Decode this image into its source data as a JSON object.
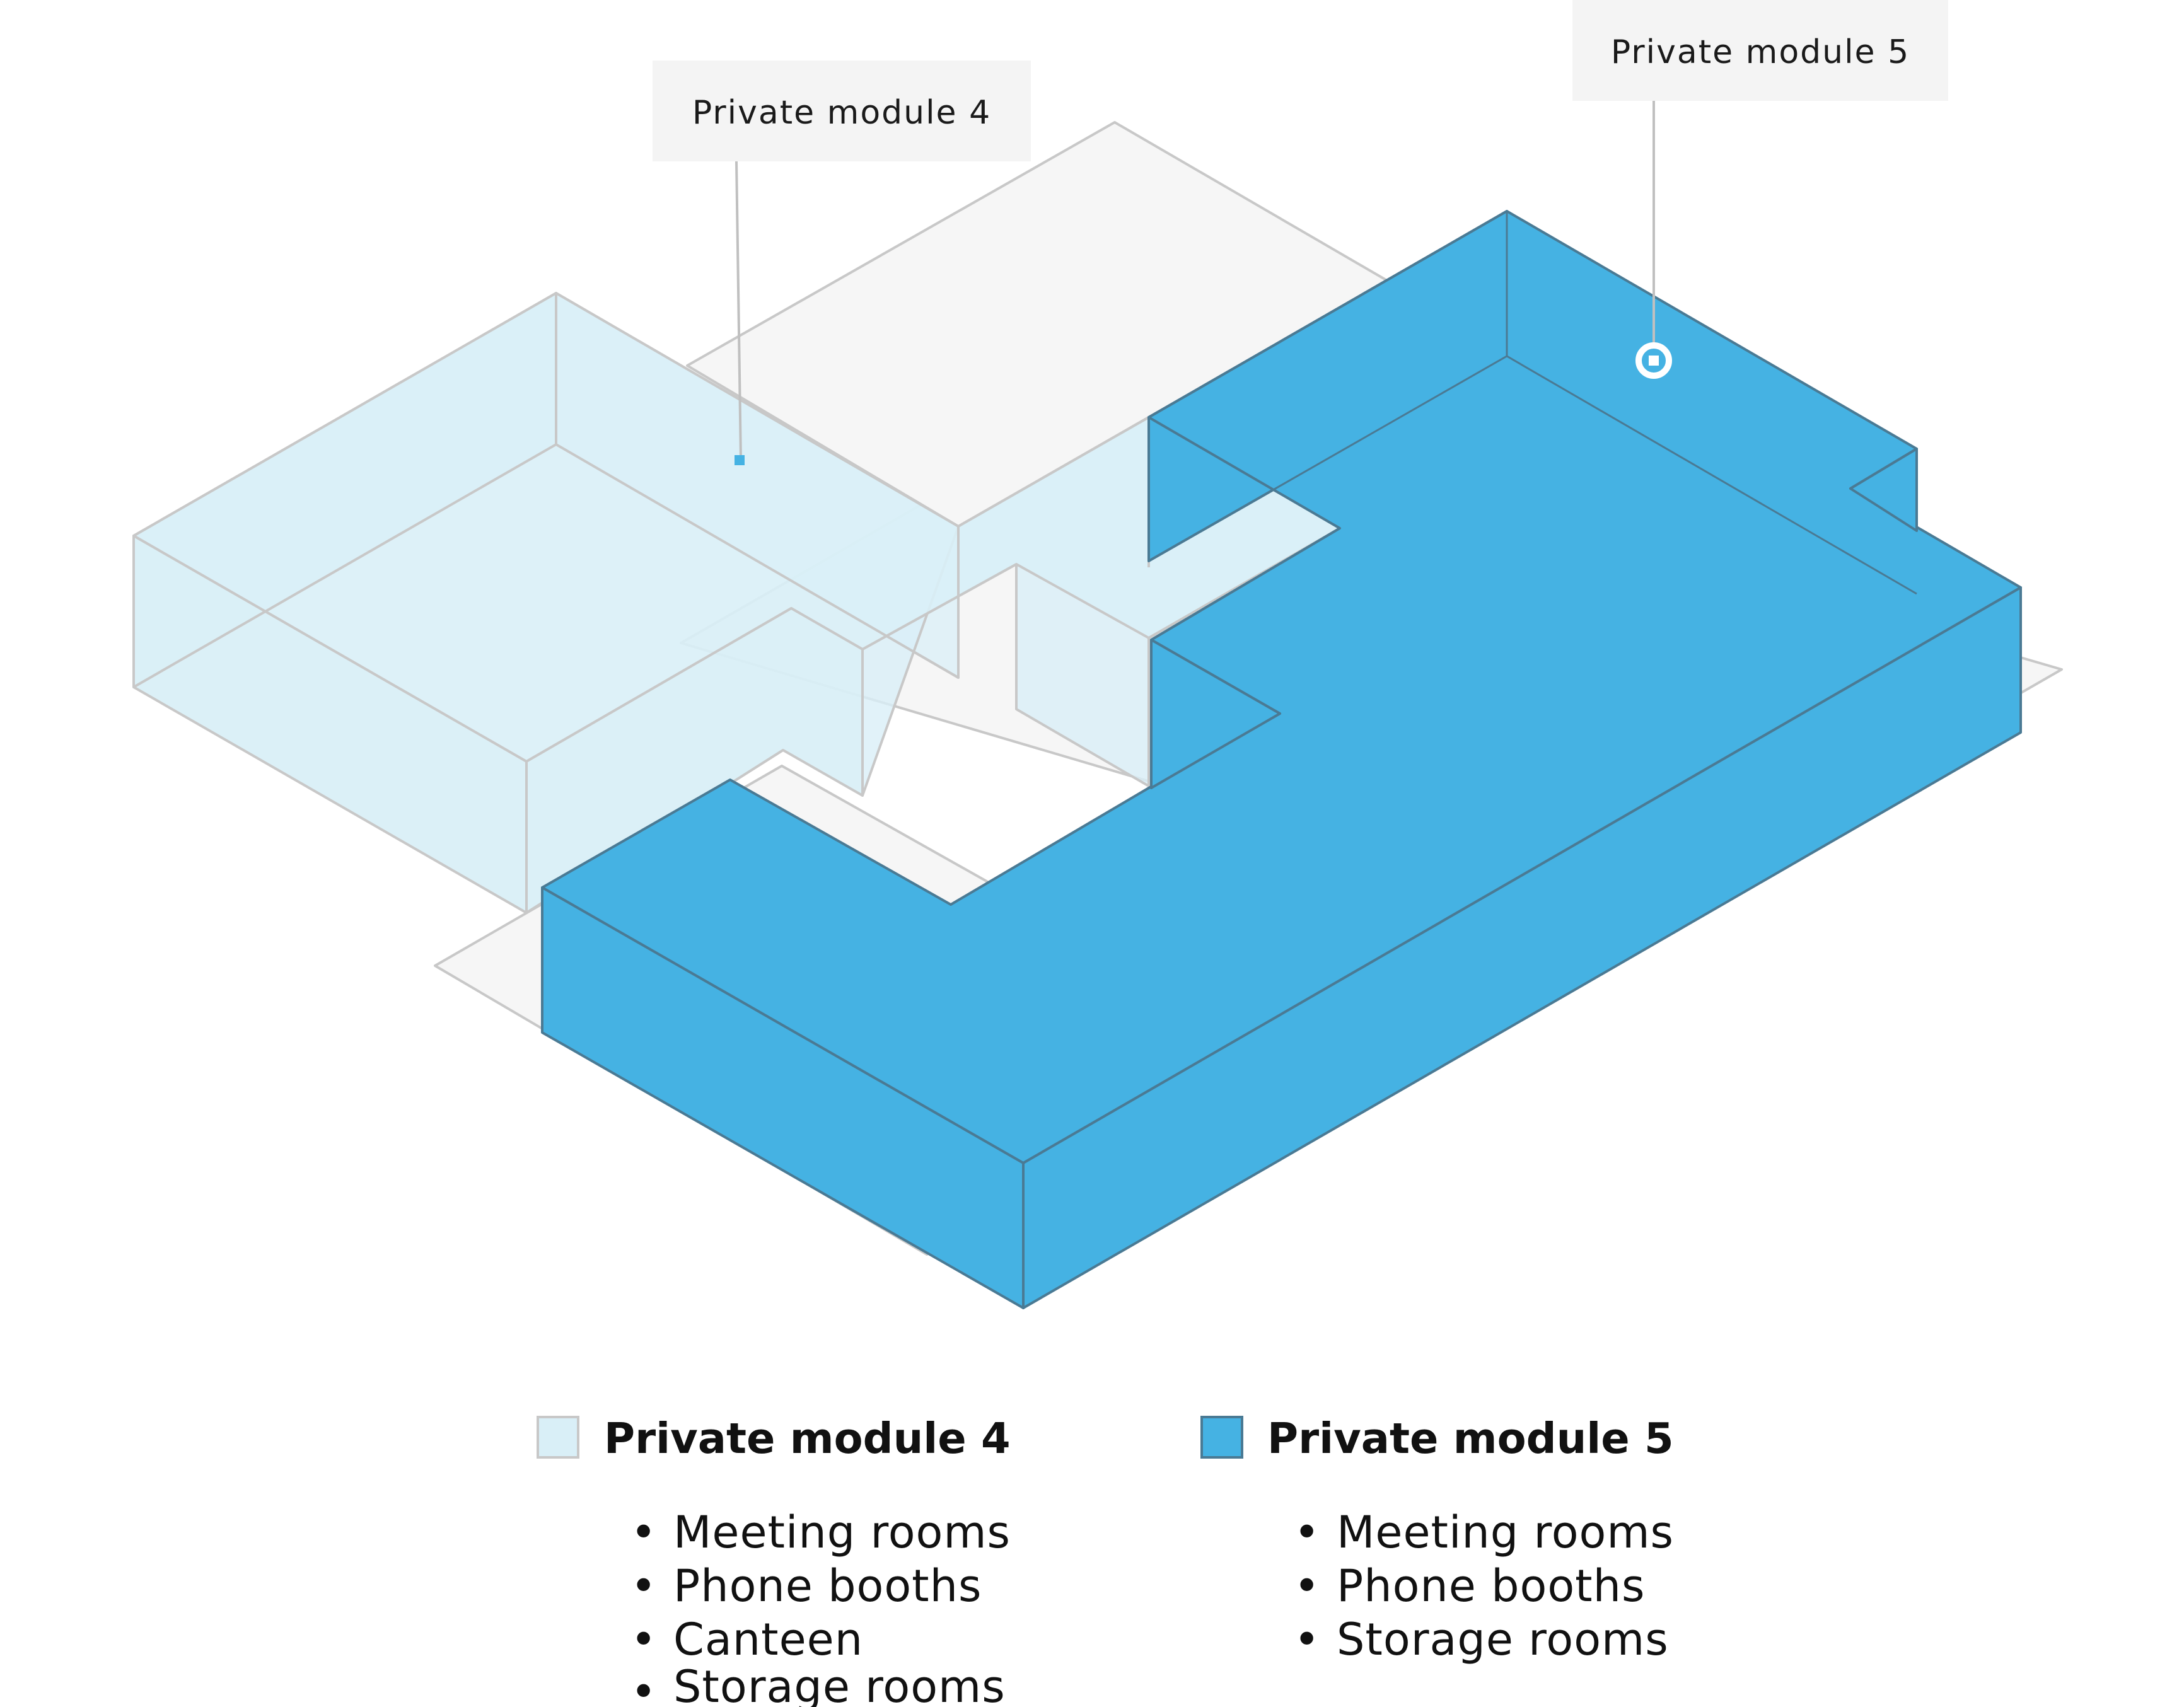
{
  "callouts": {
    "module4": "Private module 4",
    "module5": "Private module 5"
  },
  "legend": {
    "module4": {
      "title": "Private module 4",
      "items": [
        "Meeting rooms",
        "Phone booths",
        "Canteen",
        "Storage rooms"
      ]
    },
    "module5": {
      "title": "Private module 5",
      "items": [
        "Meeting rooms",
        "Phone booths",
        "Storage rooms"
      ]
    }
  },
  "colors": {
    "module4_fill": "#d9eff7",
    "module5_fill": "#45b2e3",
    "floor_fill": "#f6f6f6",
    "outline": "#c8c8c8",
    "module5_outline": "#4a7a94",
    "callout_bg": "#f4f4f4"
  }
}
